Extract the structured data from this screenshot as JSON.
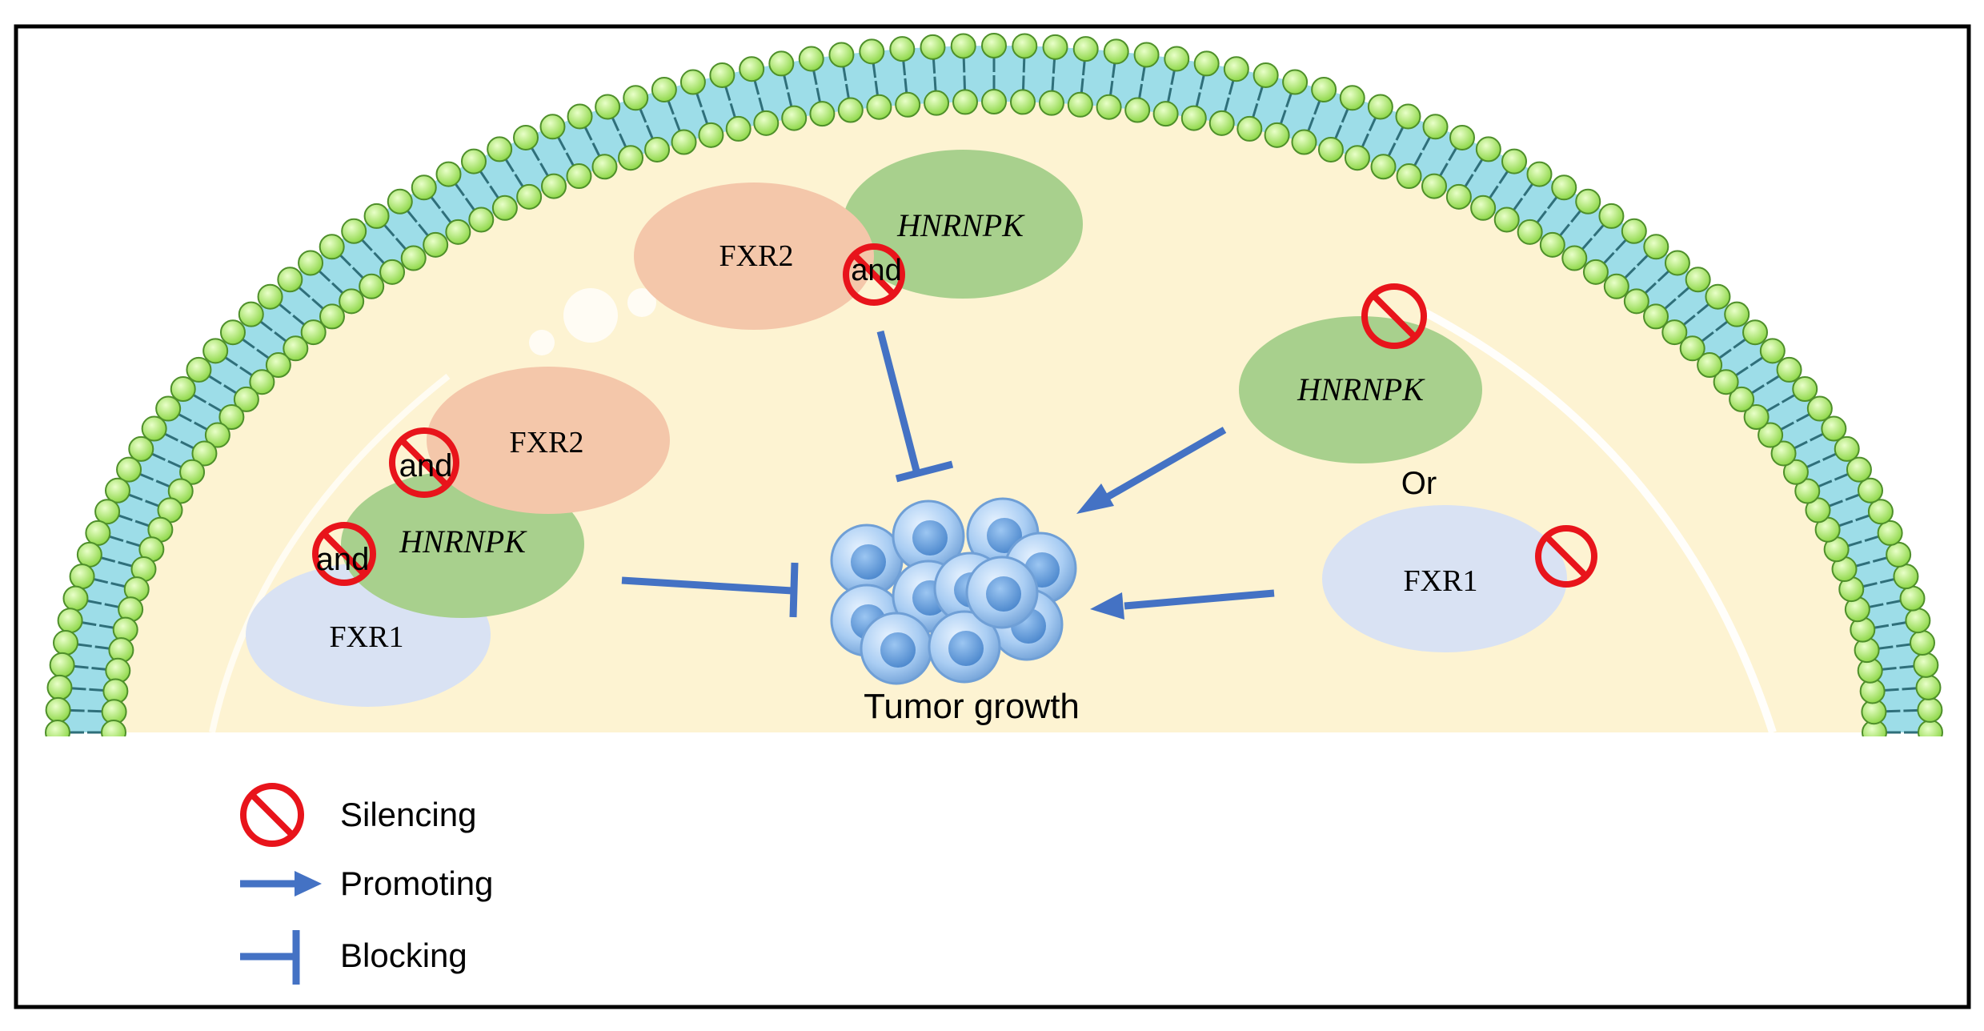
{
  "labels": {
    "fxr2": "FXR2",
    "hnrnpk": "HNRNPK",
    "fxr1": "FXR1",
    "and": "and",
    "or": "Or",
    "tumor_growth": "Tumor growth"
  },
  "legend": {
    "silencing": "Silencing",
    "promoting": "Promoting",
    "blocking": "Blocking"
  },
  "colors": {
    "fxr2": "#f4c7aa",
    "hnrnpk": "#a8d08d",
    "fxr1": "#d9e2f3",
    "cytoplasm": "#fdf3d2",
    "arrow": "#4472c4",
    "silencing": "#e8141b",
    "membrane_head": "#b6ee7c",
    "membrane_tail": "#9ddde8"
  }
}
